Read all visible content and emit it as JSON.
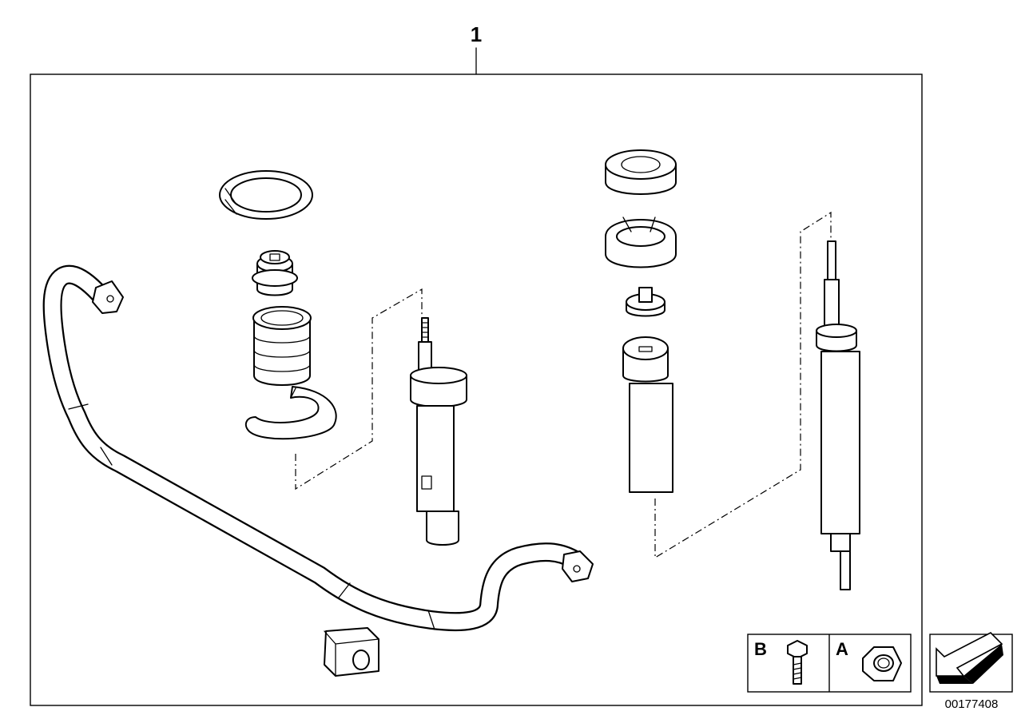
{
  "diagram": {
    "main_label": "1",
    "legend": [
      {
        "key": "B",
        "icon": "bolt-icon"
      },
      {
        "key": "A",
        "icon": "hex-nut-icon"
      }
    ],
    "reference_number": "00177408",
    "nav_icon": "direction-arrow-icon"
  }
}
